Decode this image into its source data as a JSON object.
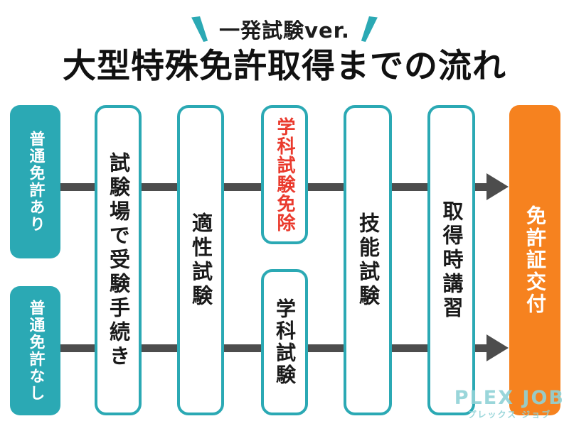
{
  "badge": {
    "label": "一発試験ver."
  },
  "title": "大型特殊免許取得までの流れ",
  "flow": {
    "start_nodes": [
      {
        "label": "普通免許あり"
      },
      {
        "label": "普通免許なし"
      }
    ],
    "steps": [
      {
        "label": "試験場で受験手続き"
      },
      {
        "label": "適性試験"
      },
      {
        "label": "学科試験免除",
        "highlighted": true
      },
      {
        "label": "学科試験"
      },
      {
        "label": "技能試験"
      },
      {
        "label": "取得時講習"
      }
    ],
    "end_node": {
      "label": "免許証交付"
    }
  },
  "watermark": {
    "logo": "PLEX JOB",
    "subtext": "プレックス ジョブ"
  },
  "colors": {
    "teal": "#2BA9B4",
    "orange": "#F6821F",
    "highlight_red": "#EA3A2D",
    "arrow_gray": "#4D4D4D"
  }
}
